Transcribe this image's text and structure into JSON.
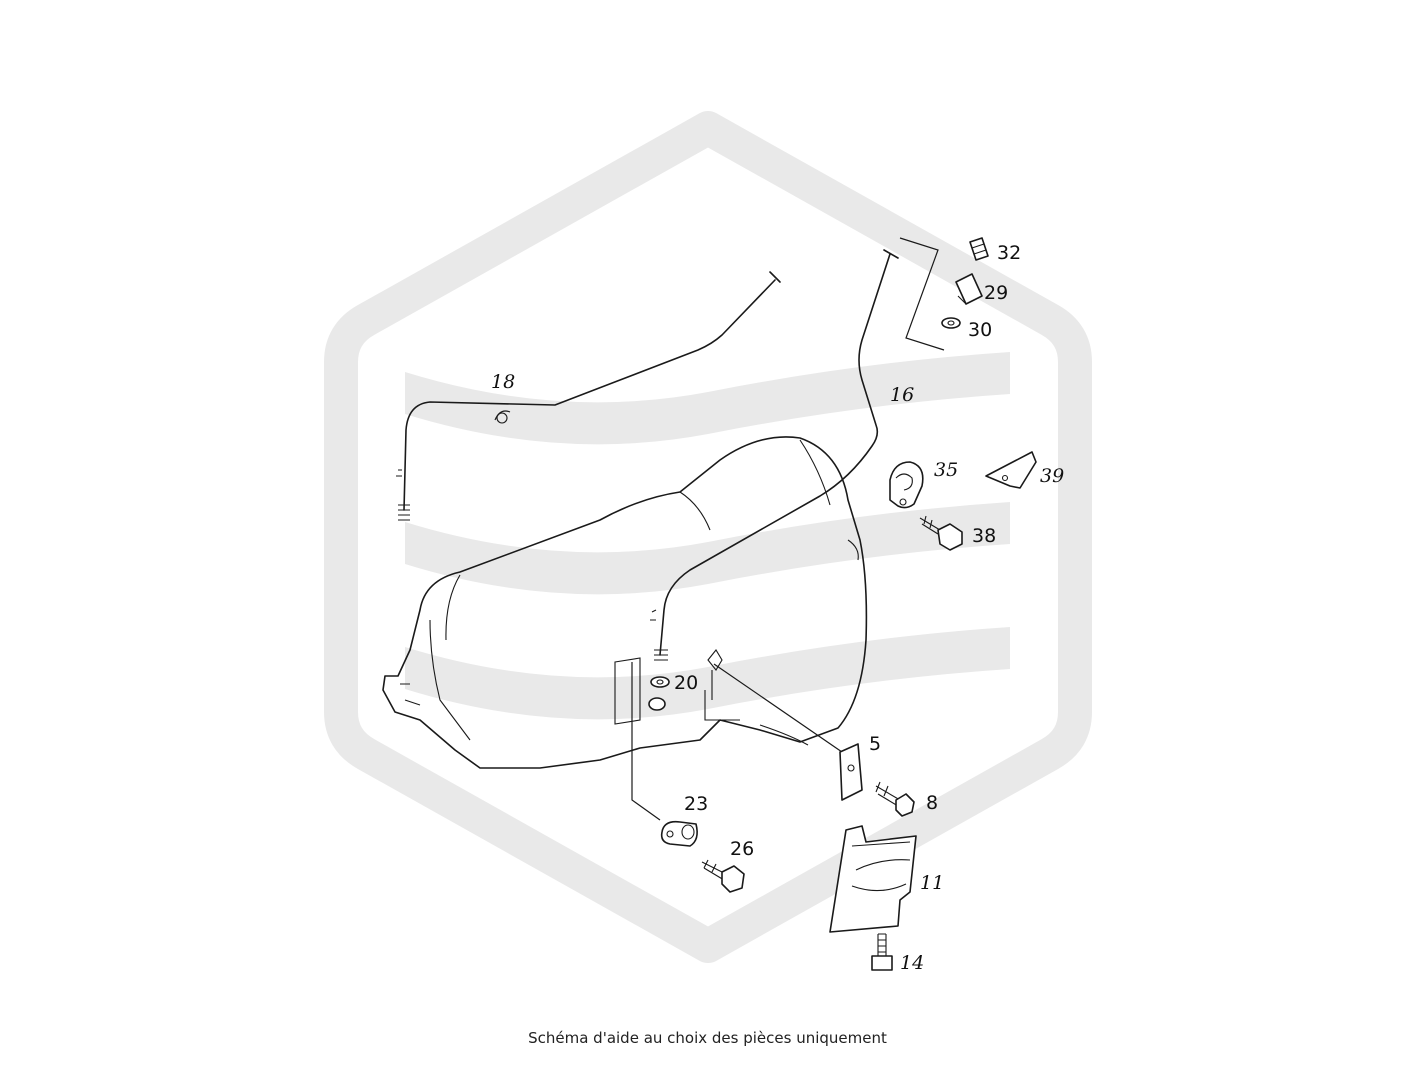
{
  "caption": "Schéma d'aide au choix des pièces uniquement",
  "watermark": {
    "color": "#e9e9e9",
    "icon": "hexagon-wave-logo"
  },
  "callouts": {
    "p32": "32",
    "p29": "29",
    "p30": "30",
    "p16": "16",
    "p18": "18",
    "p35": "35",
    "p39": "39",
    "p38": "38",
    "p20": "20",
    "p5": "5",
    "p8": "8",
    "p23": "23",
    "p26": "26",
    "p11": "11",
    "p14": "14"
  }
}
